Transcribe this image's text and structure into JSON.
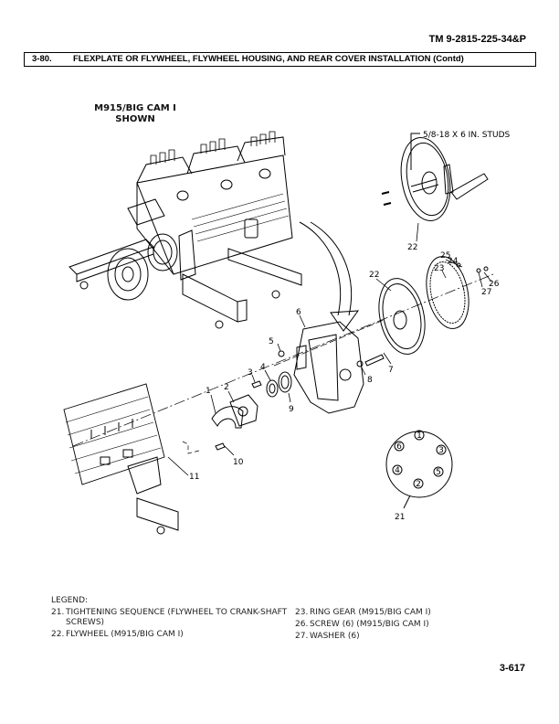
{
  "document": {
    "id": "TM 9-2815-225-34&P",
    "page_number": "3-617"
  },
  "section": {
    "number": "3-80.",
    "title": "FLEXPLATE OR FLYWHEEL, FLYWHEEL HOUSING, AND REAR COVER INSTALLATION (Contd)"
  },
  "figure": {
    "caption_line1": "M915/BIG CAM I",
    "caption_line2": "SHOWN",
    "studs_label": "5/8-18 X 6 IN. STUDS",
    "callouts": {
      "c1": "1",
      "c2": "2",
      "c3": "3",
      "c4": "4",
      "c5": "5",
      "c6": "6",
      "c7": "7",
      "c8": "8",
      "c9": "9",
      "c10": "10",
      "c11": "11",
      "c21": "21",
      "c22a": "22",
      "c22b": "22",
      "c23": "23",
      "c24": "24",
      "c25": "25",
      "c26": "26",
      "c27": "27"
    },
    "tightening_sequence": {
      "positions": [
        "1",
        "3",
        "5",
        "2",
        "4",
        "6"
      ]
    }
  },
  "legend": {
    "title": "LEGEND:",
    "left": [
      {
        "num": "21.",
        "text": "TIGHTENING SEQUENCE (FLYWHEEL TO CRANK-SHAFT SCREWS)"
      },
      {
        "num": "22.",
        "text": "FLYWHEEL (M915/BIG CAM I)"
      }
    ],
    "right": [
      {
        "num": "23.",
        "text": "RING GEAR (M915/BIG CAM I)"
      },
      {
        "num": "26.",
        "text": "SCREW (6) (M915/BIG CAM I)"
      },
      {
        "num": "27.",
        "text": "WASHER (6)"
      }
    ]
  }
}
